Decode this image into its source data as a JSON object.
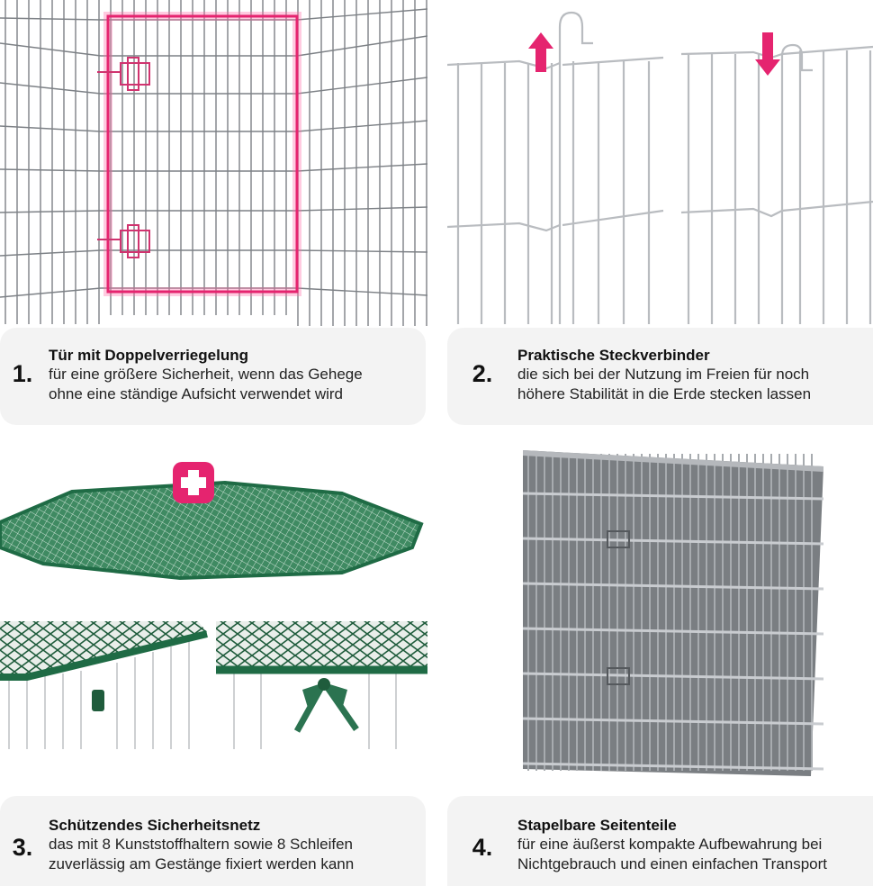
{
  "features": [
    {
      "number": "1.",
      "title": "Tür mit Doppelverriegelung",
      "lines": [
        "für eine größere Sicherheit, wenn das Gehege",
        "ohne eine ständige Aufsicht verwendet wird"
      ]
    },
    {
      "number": "2.",
      "title": "Praktische Steckverbinder",
      "lines": [
        "die sich bei der Nutzung im Freien für noch",
        "höhere Stabilität in die Erde stecken lassen"
      ]
    },
    {
      "number": "3.",
      "title": "Schützendes Sicherheitsnetz",
      "lines": [
        "das mit 8 Kunststoffhaltern sowie 8 Schleifen",
        "zuverlässig am Gestänge fixiert werden kann"
      ]
    },
    {
      "number": "4.",
      "title": "Stapelbare Seitenteile",
      "lines": [
        "für eine äußerst kompakte Aufbewahrung bei",
        "Nichtgebrauch und einen einfachen Transport"
      ]
    }
  ],
  "colors": {
    "accent": "#e5246f",
    "net_green": "#1f6b45",
    "wire": "#8e9296",
    "caption_bg": "#f3f3f3"
  },
  "icons": {
    "up_arrow": "arrow-up-icon",
    "down_arrow": "arrow-down-icon",
    "plus": "plus-icon"
  }
}
